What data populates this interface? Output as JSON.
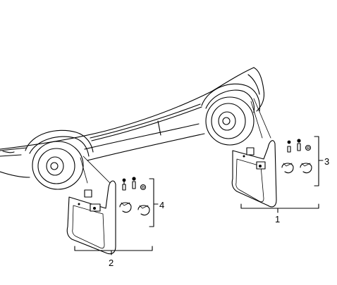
{
  "callouts": {
    "front_set": "1",
    "rear_set": "2",
    "front_fasteners": "3",
    "rear_fasteners": "4"
  }
}
